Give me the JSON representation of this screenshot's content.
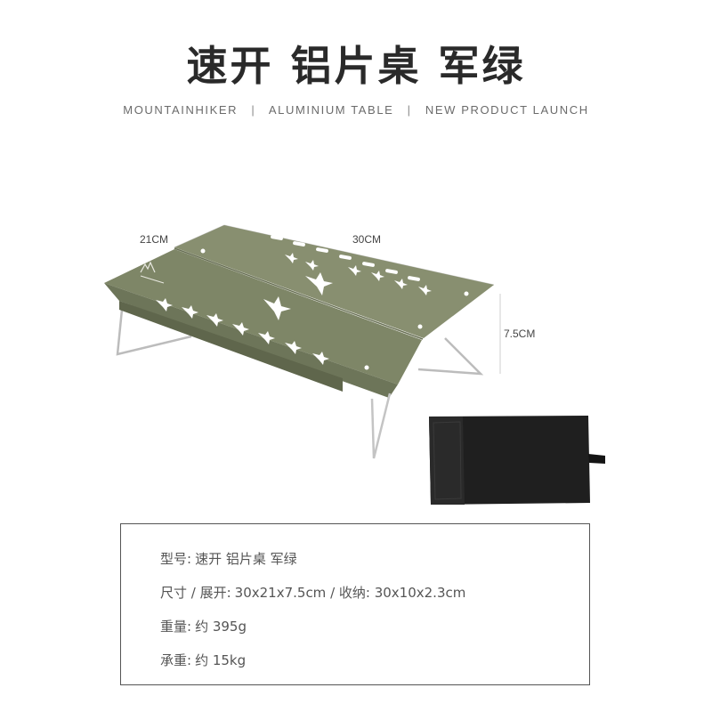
{
  "header": {
    "title": "速开 铝片桌 军绿",
    "subtitle_parts": [
      "MOUNTAINHIKER",
      "ALUMINIUM TABLE",
      "NEW PRODUCT LAUNCH"
    ],
    "separator": "|"
  },
  "dimensions": {
    "width_label": "21CM",
    "length_label": "30CM",
    "height_label": "7.5CM"
  },
  "colors": {
    "table_green": "#848c6c",
    "table_green_dark": "#6f775a",
    "bag_black": "#1f1f1f"
  },
  "specs": [
    {
      "label": "型号:",
      "value": "速开 铝片桌 军绿"
    },
    {
      "label": "尺寸 / 展开:",
      "value": "30x21x7.5cm  / 收纳:  30x10x2.3cm"
    },
    {
      "label": "重量:",
      "value": "约 395g"
    },
    {
      "label": "承重:",
      "value": "约 15kg"
    }
  ]
}
